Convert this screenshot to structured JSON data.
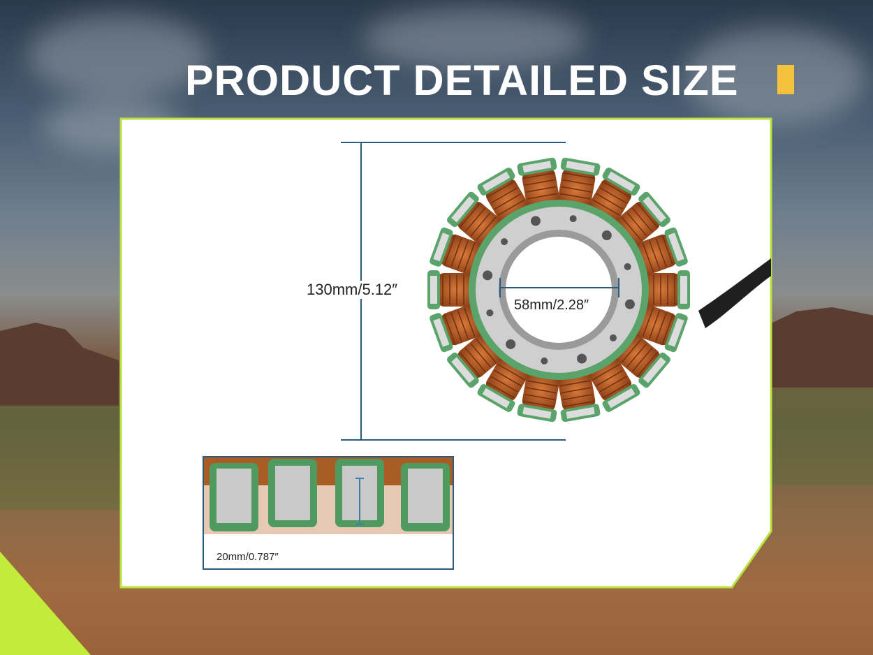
{
  "title": "PRODUCT DETAILED SIZE",
  "colors": {
    "accent_yellow": "#f4c33b",
    "accent_green": "#b7e23a",
    "dimension_line": "#2c5a7a",
    "coil_copper": "#b8612a",
    "insulator_green": "#5aa36a"
  },
  "dimensions": {
    "outer_diameter": "130mm/5.12″",
    "inner_diameter": "58mm/2.28″",
    "pole_height": "20mm/0.787″"
  }
}
